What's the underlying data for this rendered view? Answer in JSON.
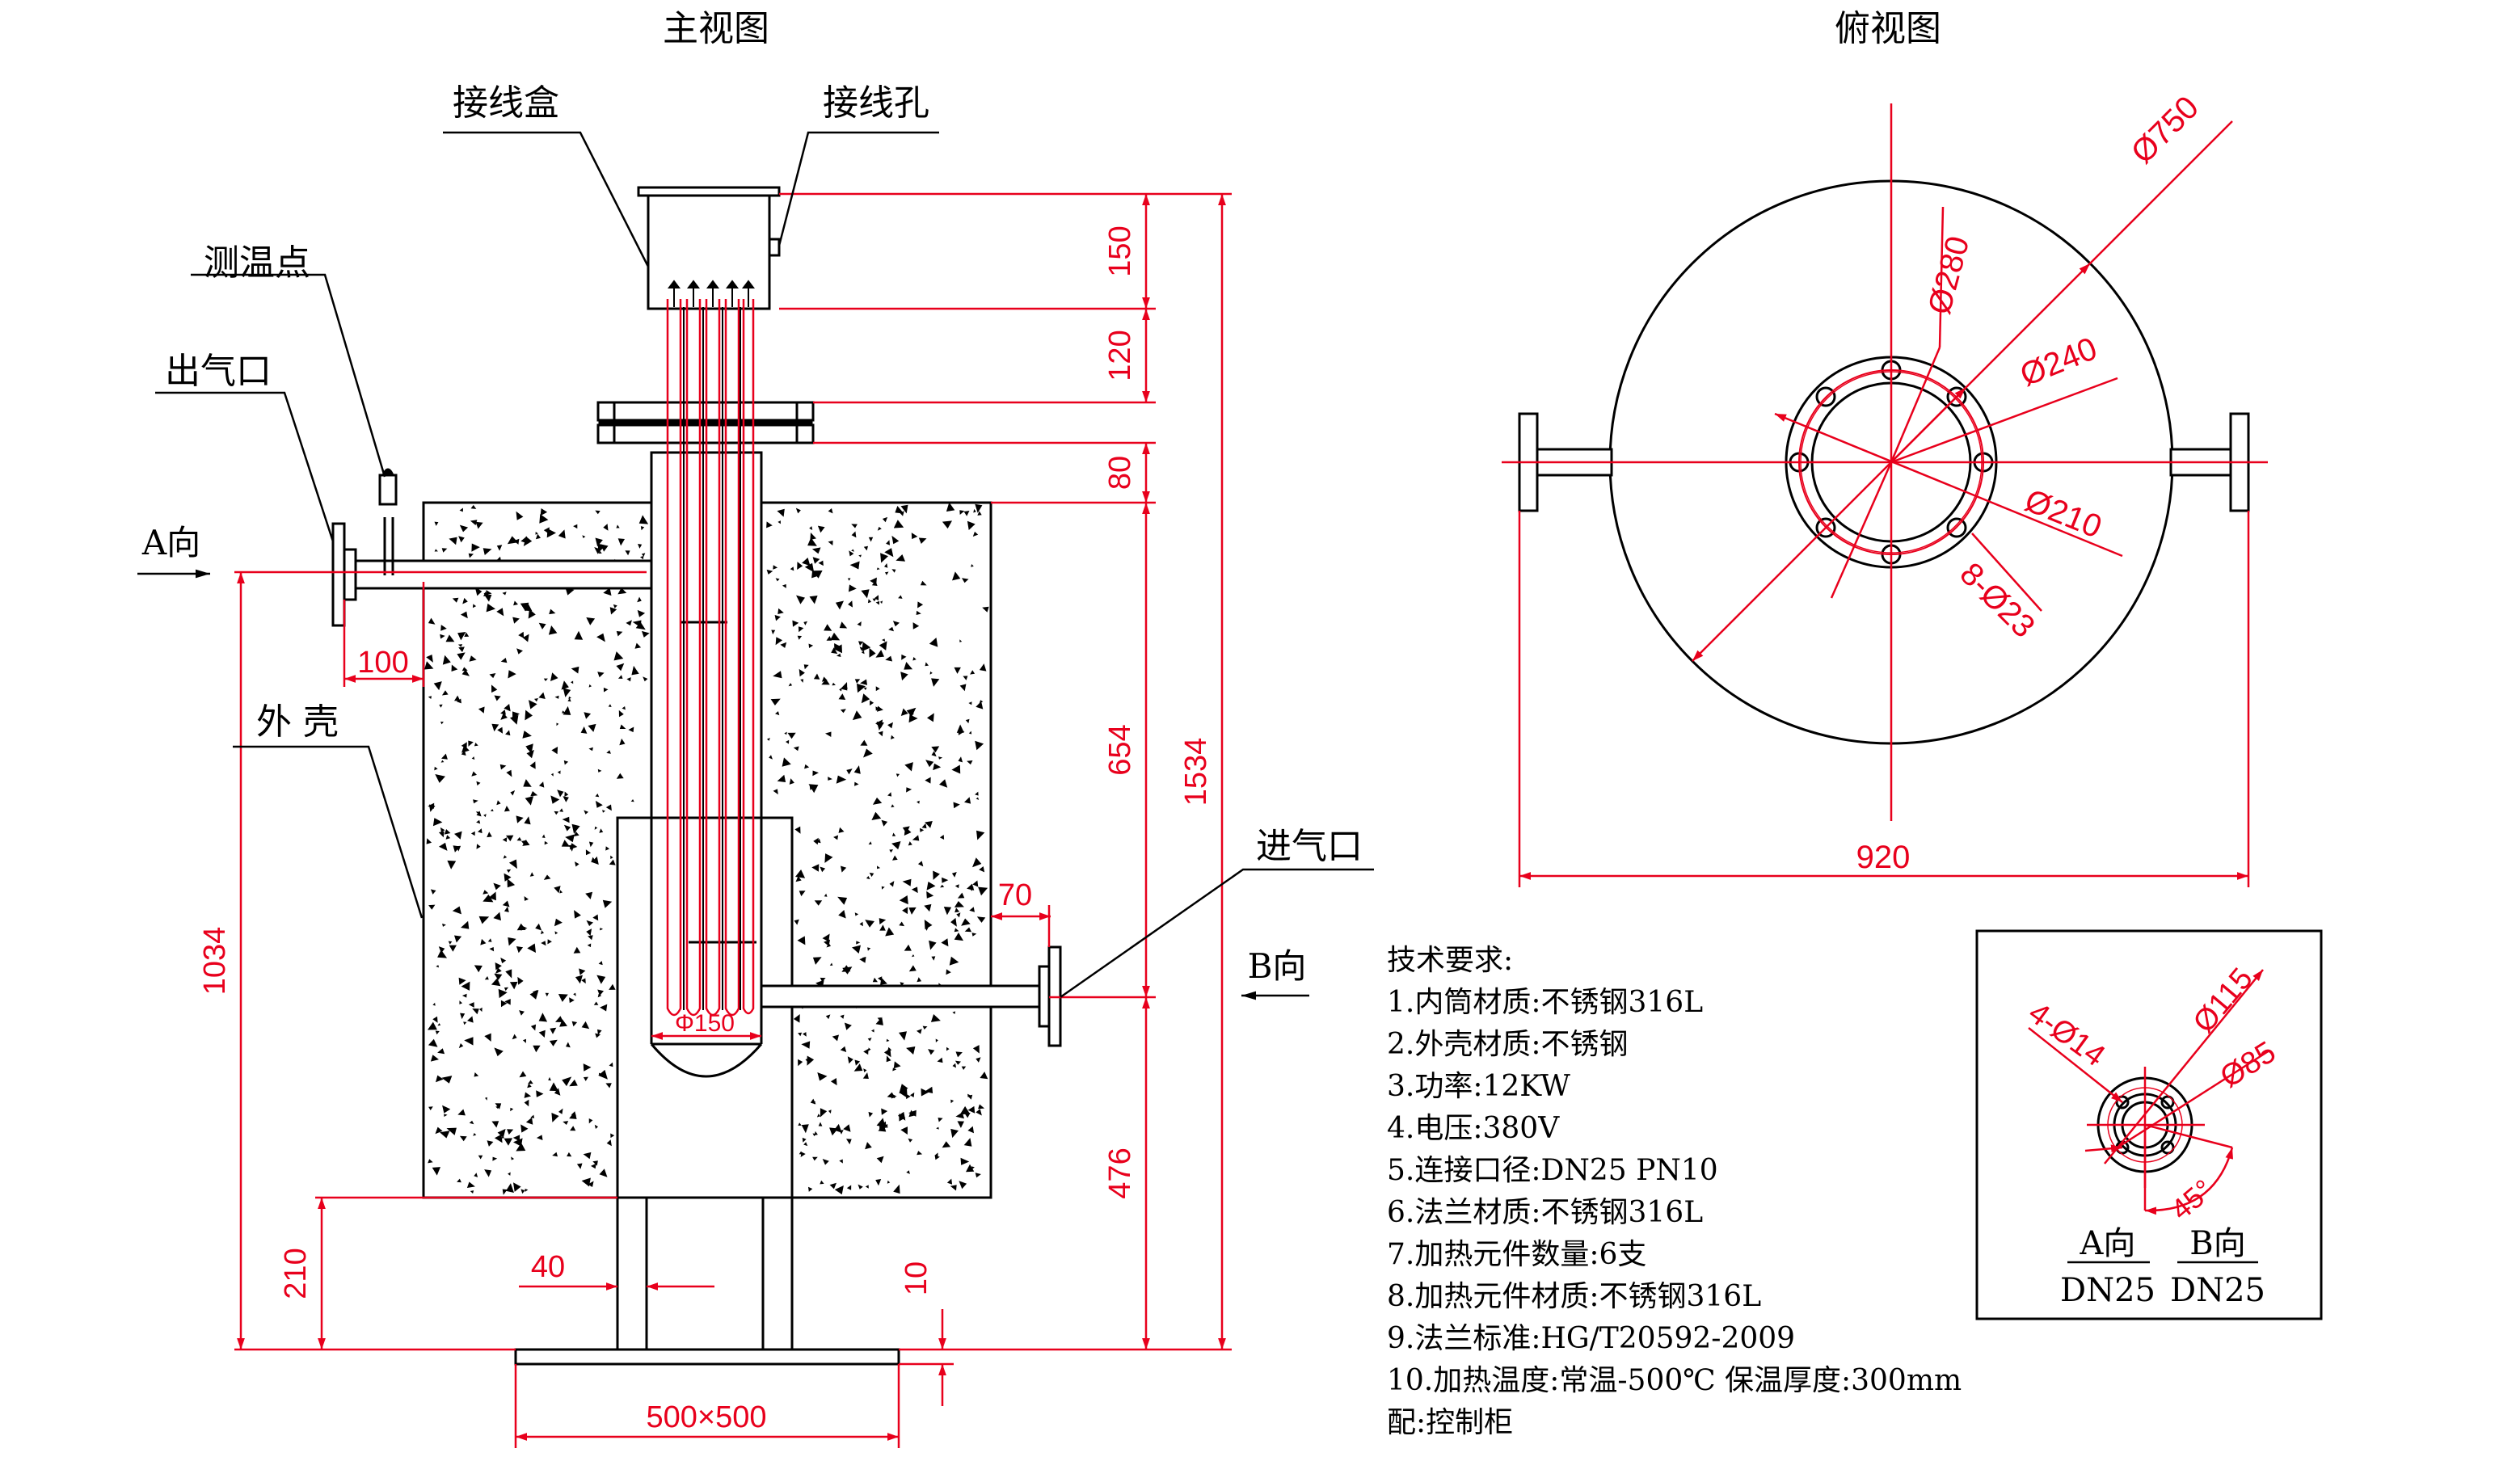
{
  "colors": {
    "line": "#000000",
    "dimension": "#e8001c",
    "background": "#ffffff"
  },
  "views": {
    "front": "主视图",
    "top": "俯视图"
  },
  "labels": {
    "junction_box": "接线盒",
    "cable_hole": "接线孔",
    "temp_point": "测温点",
    "gas_outlet": "出气口",
    "shell": "外  壳",
    "gas_inlet": "进气口",
    "dir_a": "A向",
    "dir_b": "B向"
  },
  "dims_front": {
    "d150": "150",
    "d120": "120",
    "d80": "80",
    "d654": "654",
    "d1534": "1534",
    "d476": "476",
    "d1034": "1034",
    "d210": "210",
    "d100": "100",
    "d70": "70",
    "d40": "40",
    "d10": "10",
    "phi150": "Φ150",
    "base": "500×500"
  },
  "dims_top": {
    "d750": "Ø750",
    "d280": "Ø280",
    "d240": "Ø240",
    "d210": "Ø210",
    "holes": "8-Ø23",
    "width": "920"
  },
  "detail": {
    "holes": "4-Ø14",
    "d115": "Ø115",
    "d85": "Ø85",
    "angle": "45°",
    "a_label": "A向",
    "b_label": "B向",
    "a_dn": "DN25",
    "b_dn": "DN25"
  },
  "notes": {
    "title": "技术要求:",
    "items": [
      "1.内筒材质:不锈钢316L",
      "2.外壳材质:不锈钢",
      "3.功率:12KW",
      "4.电压:380V",
      "5.连接口径:DN25 PN10",
      "6.法兰材质:不锈钢316L",
      "7.加热元件数量:6支",
      "8.加热元件材质:不锈钢316L",
      "9.法兰标准:HG/T20592-2009",
      "10.加热温度:常温-500℃ 保温厚度:300mm",
      "配:控制柜"
    ]
  }
}
